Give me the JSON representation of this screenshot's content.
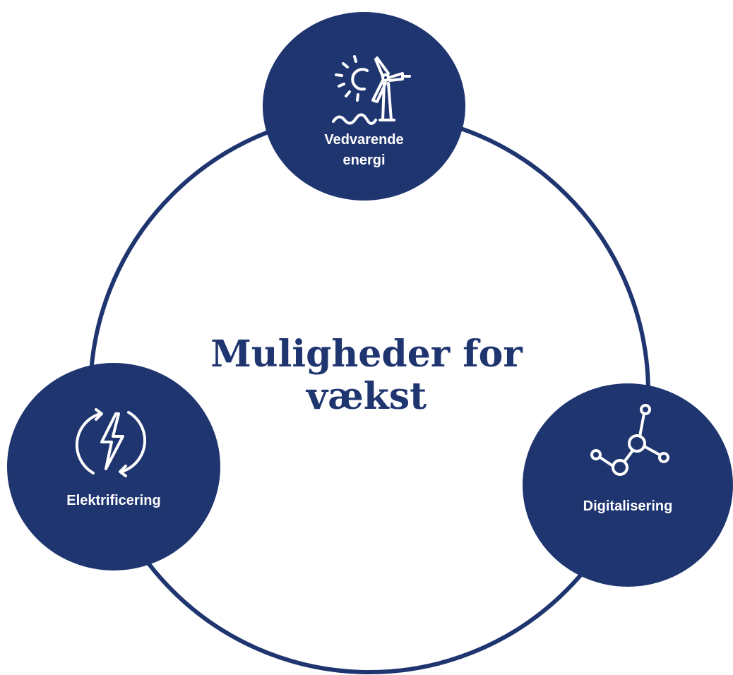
{
  "diagram": {
    "center_title_line1": "Muligheder for",
    "center_title_line2": "vækst",
    "nodes": [
      {
        "label_line1": "Vedvarende",
        "label_line2": "energi",
        "icon": "sun-wind-turbine-water-icon"
      },
      {
        "label": "Elektrificering",
        "icon": "lightning-cycle-icon"
      },
      {
        "label": "Digitalisering",
        "icon": "network-nodes-icon"
      }
    ]
  },
  "colors": {
    "primary": "#1f3570",
    "background": "#ffffff",
    "node_text": "#ffffff"
  }
}
